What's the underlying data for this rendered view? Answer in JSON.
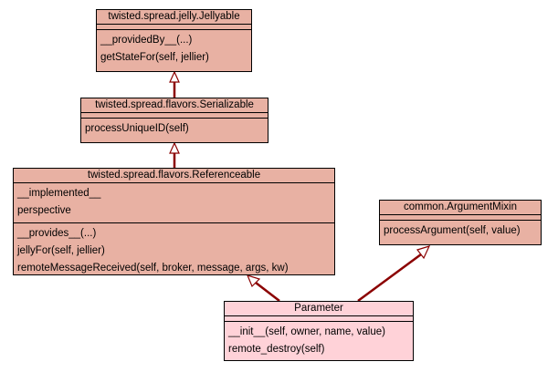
{
  "classes": {
    "jellyable": {
      "name": "twisted.spread.jelly.Jellyable",
      "attributes": [],
      "methods": [
        "__providedBy__(...)",
        "getStateFor(self, jellier)"
      ]
    },
    "serializable": {
      "name": "twisted.spread.flavors.Serializable",
      "attributes": [],
      "methods": [
        "processUniqueID(self)"
      ]
    },
    "referenceable": {
      "name": "twisted.spread.flavors.Referenceable",
      "attributes": [
        "__implemented__",
        "perspective"
      ],
      "methods": [
        "__provides__(...)",
        "jellyFor(self, jellier)",
        "remoteMessageReceived(self, broker, message, args, kw)"
      ]
    },
    "argumentmixin": {
      "name": "common.ArgumentMixin",
      "attributes": [],
      "methods": [
        "processArgument(self, value)"
      ]
    },
    "parameter": {
      "name": "Parameter",
      "attributes": [],
      "methods": [
        "__init__(self, owner, name, value)",
        "remote_destroy(self)"
      ]
    }
  },
  "colors": {
    "class_fill": "#e8b1a3",
    "highlight_fill": "#ffd2d8",
    "edge": "#8b0000"
  }
}
